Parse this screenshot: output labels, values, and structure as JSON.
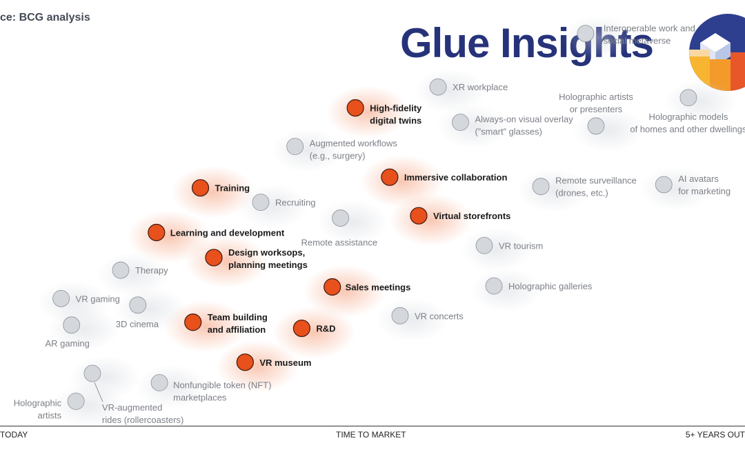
{
  "header": {
    "source_text": "ce: BCG analysis",
    "brand_name": "Glue Insights"
  },
  "colors": {
    "highlight": "#e8501c",
    "muted": "#d4d7dc",
    "brand": "#26337a"
  },
  "chart_data": {
    "type": "scatter",
    "title": "",
    "xlabel": "TIME TO MARKET",
    "x_range_labels": [
      "TODAY",
      "5+ YEARS OUT"
    ],
    "xlim": [
      0,
      100
    ],
    "ylim": [
      0,
      100
    ],
    "grid": false,
    "legend": "none",
    "series": [
      {
        "highlighted": true,
        "points": [
          {
            "label": [
              "High-fidelity",
              "digital twins"
            ],
            "x": 47.7,
            "y": 76.8
          },
          {
            "label": [
              "Training"
            ],
            "x": 26.9,
            "y": 59.6
          },
          {
            "label": [
              "Immersive collaboration"
            ],
            "x": 52.3,
            "y": 61.9
          },
          {
            "label": [
              "Learning and development"
            ],
            "x": 21.0,
            "y": 50.0
          },
          {
            "label": [
              "Virtual storefronts"
            ],
            "x": 56.2,
            "y": 53.6
          },
          {
            "label": [
              "Design worksops,",
              "planning meetings"
            ],
            "x": 28.7,
            "y": 44.6
          },
          {
            "label": [
              "Sales meetings"
            ],
            "x": 44.6,
            "y": 38.3
          },
          {
            "label": [
              "Team building",
              "and affiliation"
            ],
            "x": 25.9,
            "y": 30.7
          },
          {
            "label": [
              "R&D"
            ],
            "x": 40.5,
            "y": 29.4
          },
          {
            "label": [
              "VR museum"
            ],
            "x": 32.9,
            "y": 22.1
          }
        ]
      },
      {
        "highlighted": false,
        "points": [
          {
            "label": [
              "Interoperable work and",
              "social metaverse"
            ],
            "x": 78.6,
            "y": 92.8
          },
          {
            "label": [
              "XR workplace"
            ],
            "x": 58.8,
            "y": 81.3
          },
          {
            "label": [
              "Holographic artists",
              "or presenters"
            ],
            "x": 80.0,
            "y": 72.9
          },
          {
            "label": [
              "Holographic models",
              "of homes and other dwellings"
            ],
            "x": 92.4,
            "y": 79.0
          },
          {
            "label": [
              "Always-on visual overlay",
              "(”smart” glasses)"
            ],
            "x": 61.8,
            "y": 73.7
          },
          {
            "label": [
              "Augmented workflows",
              "(e.g., surgery)"
            ],
            "x": 39.6,
            "y": 68.5
          },
          {
            "label": [
              "Recruiting"
            ],
            "x": 35.0,
            "y": 56.5
          },
          {
            "label": [
              "Remote assistance"
            ],
            "x": 45.7,
            "y": 53.1
          },
          {
            "label": [
              "Remote surveillance",
              "(drones, etc.)"
            ],
            "x": 72.6,
            "y": 59.9
          },
          {
            "label": [
              "AI avatars",
              "for marketing"
            ],
            "x": 89.1,
            "y": 60.3
          },
          {
            "label": [
              "VR tourism"
            ],
            "x": 65.0,
            "y": 47.2
          },
          {
            "label": [
              "Therapy"
            ],
            "x": 16.2,
            "y": 41.9
          },
          {
            "label": [
              "Holographic galleries"
            ],
            "x": 66.3,
            "y": 38.5
          },
          {
            "label": [
              "VR gaming"
            ],
            "x": 8.2,
            "y": 35.8
          },
          {
            "label": [
              "3D cinema"
            ],
            "x": 18.5,
            "y": 34.4
          },
          {
            "label": [
              "VR concerts"
            ],
            "x": 53.7,
            "y": 32.1
          },
          {
            "label": [
              "AR gaming"
            ],
            "x": 9.6,
            "y": 30.1
          },
          {
            "label": [
              "VR-augmented",
              "rides (rollercoasters)"
            ],
            "x": 12.4,
            "y": 19.7
          },
          {
            "label": [
              "Nonfungible token (NFT)",
              "marketplaces"
            ],
            "x": 21.4,
            "y": 17.7
          },
          {
            "label": [
              "Holographic",
              "artists"
            ],
            "x": 10.2,
            "y": 13.7
          }
        ]
      }
    ]
  }
}
